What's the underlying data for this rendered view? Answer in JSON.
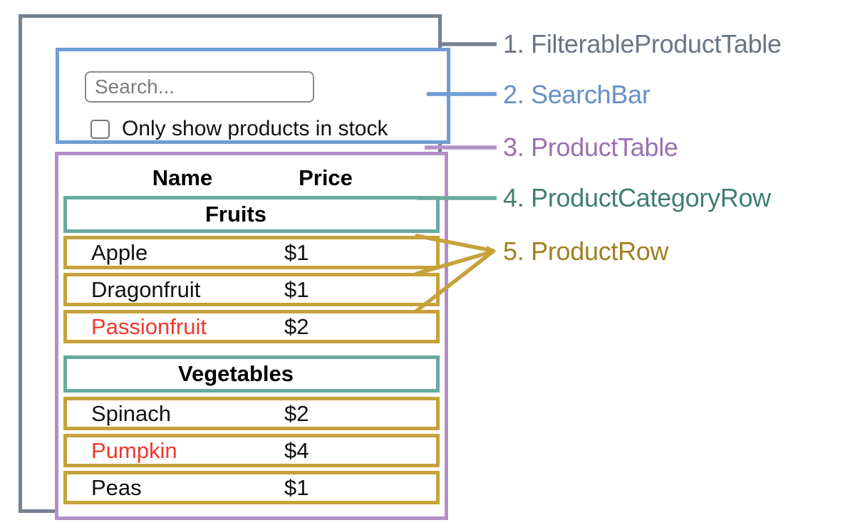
{
  "diagram": {
    "search_bar": {
      "search_placeholder": "Search...",
      "checkbox_checked": false,
      "checkbox_label": "Only show products in stock"
    },
    "table": {
      "columns": {
        "name": "Name",
        "price": "Price"
      },
      "sections": [
        {
          "category": "Fruits",
          "rows": [
            {
              "name": "Apple",
              "price": "$1",
              "name_color": "#111111"
            },
            {
              "name": "Dragonfruit",
              "price": "$1",
              "name_color": "#111111"
            },
            {
              "name": "Passionfruit",
              "price": "$2",
              "name_color": "#f0372c"
            }
          ]
        },
        {
          "category": "Vegetables",
          "rows": [
            {
              "name": "Spinach",
              "price": "$2",
              "name_color": "#111111"
            },
            {
              "name": "Pumpkin",
              "price": "$4",
              "name_color": "#f0372c"
            },
            {
              "name": "Peas",
              "price": "$1",
              "name_color": "#111111"
            }
          ]
        }
      ]
    }
  },
  "legend": {
    "items": [
      {
        "label": "1. FilterableProductTable",
        "color": "#6a7584"
      },
      {
        "label": "2. SearchBar",
        "color": "#6590c7"
      },
      {
        "label": "3. ProductTable",
        "color": "#9b6fb1"
      },
      {
        "label": "4. ProductCategoryRow",
        "color": "#417d71"
      },
      {
        "label": "5. ProductRow",
        "color": "#a0801f"
      }
    ]
  },
  "colors": {
    "filterable_product_table_border": "#76808f",
    "search_bar_border": "#6f9cd4",
    "product_table_border": "#b48fc7",
    "product_category_row_border": "#68aa9e",
    "product_row_border": "#c6a23b",
    "out_of_stock_text": "#f0372c"
  }
}
